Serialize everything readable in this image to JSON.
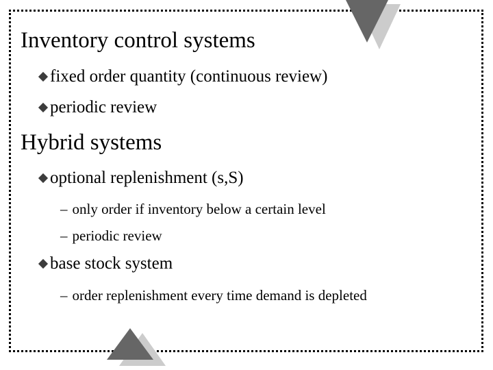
{
  "slide": {
    "border_color": "#000000",
    "background": "#ffffff",
    "headings": [
      {
        "text": "Inventory control systems"
      },
      {
        "text": "Hybrid systems"
      }
    ],
    "bullets": [
      {
        "marker": "diamond-bullet",
        "text": "fixed order quantity (continuous review)"
      },
      {
        "marker": "diamond-bullet",
        "text": "periodic review"
      },
      {
        "marker": "diamond-bullet",
        "text": "optional replenishment (s,S)"
      },
      {
        "marker": "diamond-bullet",
        "text": "base stock system"
      }
    ],
    "sub_bullets": [
      {
        "marker": "–",
        "text": "only order if inventory below a certain level"
      },
      {
        "marker": "–",
        "text": "periodic review"
      },
      {
        "marker": "–",
        "text": "order replenishment every time demand is depleted"
      }
    ],
    "decorations": {
      "top_right": {
        "name": "down-triangle-pair",
        "dark_color": "#666666",
        "light_color": "#cccccc"
      },
      "bottom_left": {
        "name": "up-triangle-pair",
        "dark_color": "#666666",
        "light_color": "#cccccc"
      }
    }
  }
}
